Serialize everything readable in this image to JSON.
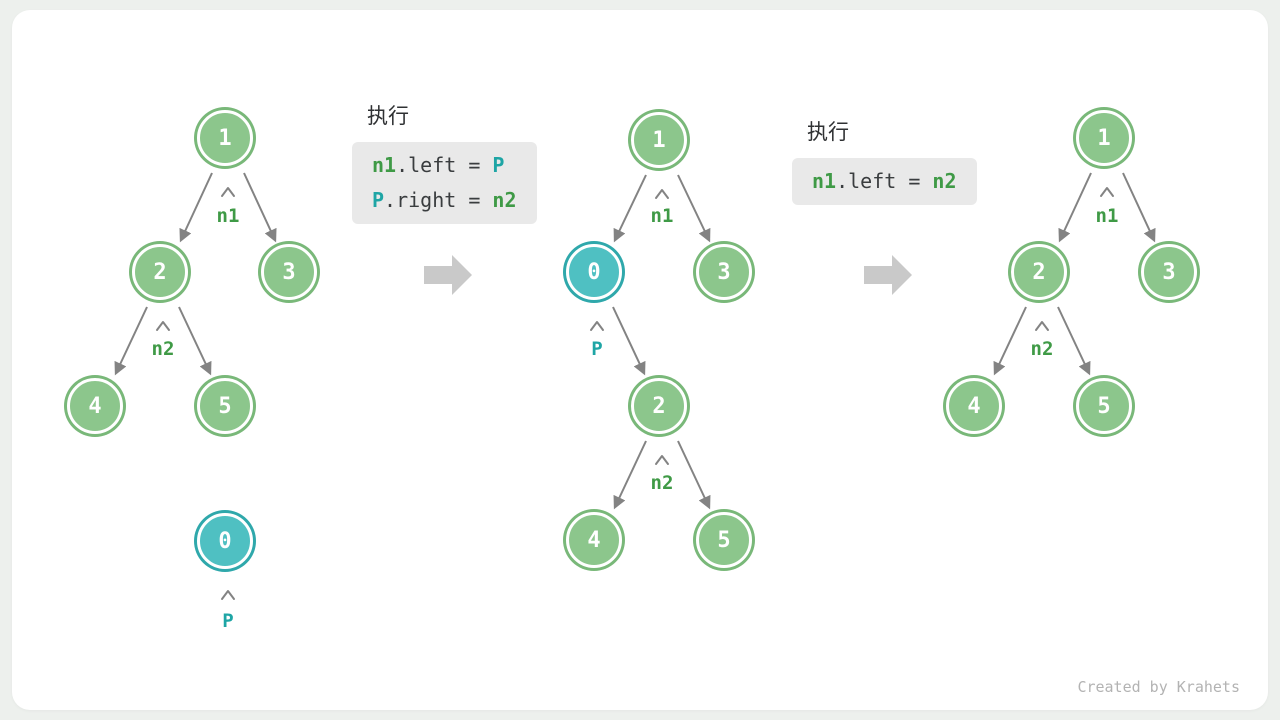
{
  "watermark": "Created by Krahets",
  "colors": {
    "node_green_fill": "#8cc68c",
    "node_green_ring": "#79b879",
    "node_teal_fill": "#4fc0c2",
    "node_teal_ring": "#2fa8ab",
    "pointer_green": "#3f9a46",
    "pointer_teal": "#1ea5a5",
    "edge_gray": "#838383",
    "big_arrow_gray": "#c9c9c9",
    "code_bg": "#e9e9e9"
  },
  "tree1": {
    "node1": "1",
    "node2": "2",
    "node3": "3",
    "node4": "4",
    "node5": "5",
    "node0": "0",
    "ptr_n1": "n1",
    "ptr_n2": "n2",
    "ptr_p": "P"
  },
  "code1": {
    "title": "执行",
    "line1": {
      "tok1": "n1",
      "tok2": ".left = ",
      "tok3": "P"
    },
    "line2": {
      "tok1": "P",
      "tok2": ".right = ",
      "tok3": "n2"
    }
  },
  "tree2": {
    "node1": "1",
    "node0": "0",
    "node3": "3",
    "node2": "2",
    "node4": "4",
    "node5": "5",
    "ptr_n1": "n1",
    "ptr_p": "P",
    "ptr_n2": "n2"
  },
  "code2": {
    "title": "执行",
    "line1": {
      "tok1": "n1",
      "tok2": ".left = ",
      "tok3": "n2"
    }
  },
  "tree3": {
    "node1": "1",
    "node2": "2",
    "node3": "3",
    "node4": "4",
    "node5": "5",
    "ptr_n1": "n1",
    "ptr_n2": "n2"
  }
}
